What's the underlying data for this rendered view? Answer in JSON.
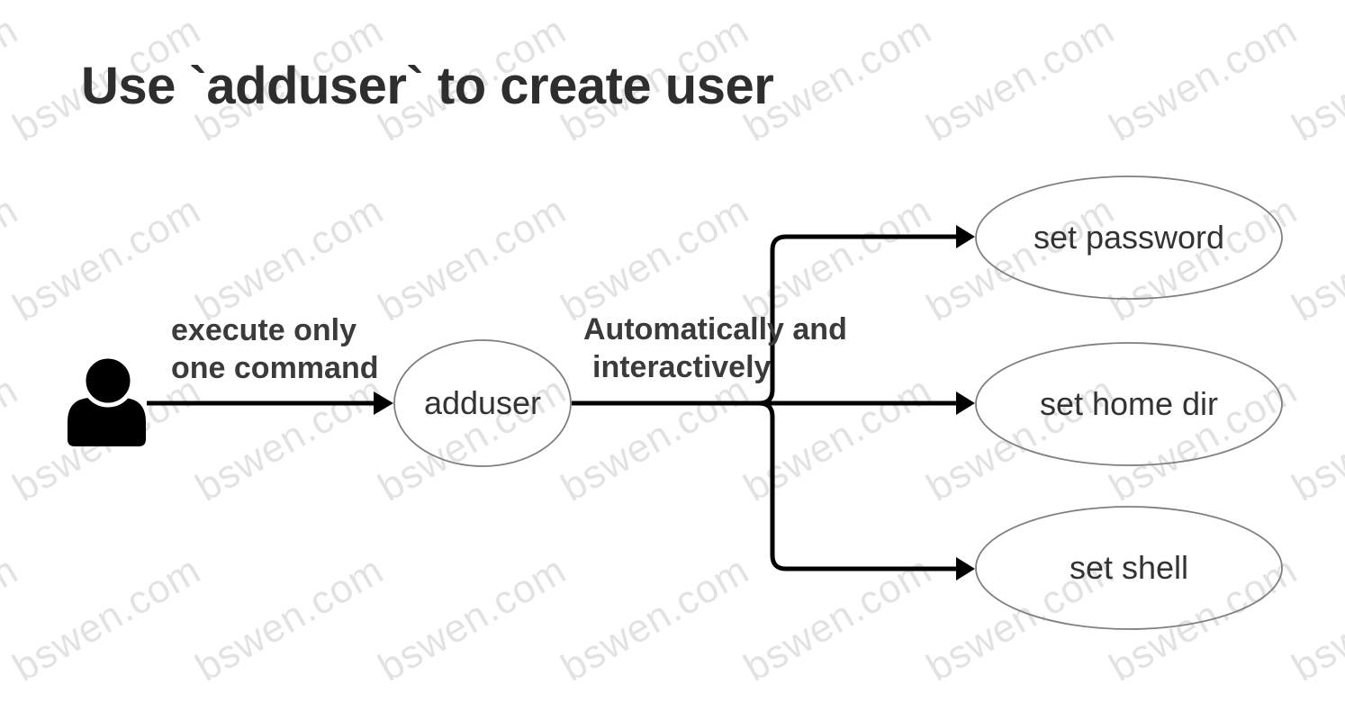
{
  "title": "Use `adduser` to create user",
  "watermark": {
    "text": "bswen.com"
  },
  "nodes": {
    "adduser": {
      "label": "adduser"
    },
    "set_password": {
      "label": "set password"
    },
    "set_home_dir": {
      "label": "set home dir"
    },
    "set_shell": {
      "label": "set shell"
    }
  },
  "edges": {
    "execute": {
      "line1": "execute only",
      "line2": "one command"
    },
    "auto": {
      "line1": "Automatically and",
      "line2": "interactively"
    }
  },
  "colors": {
    "background": "#ffffff",
    "line": "#000000",
    "node_stroke": "#7f7f7f",
    "node_text": "#333333",
    "title_text": "#2e2e2e",
    "label_text": "#3b3b3b",
    "watermark": "#e2e2e2"
  }
}
